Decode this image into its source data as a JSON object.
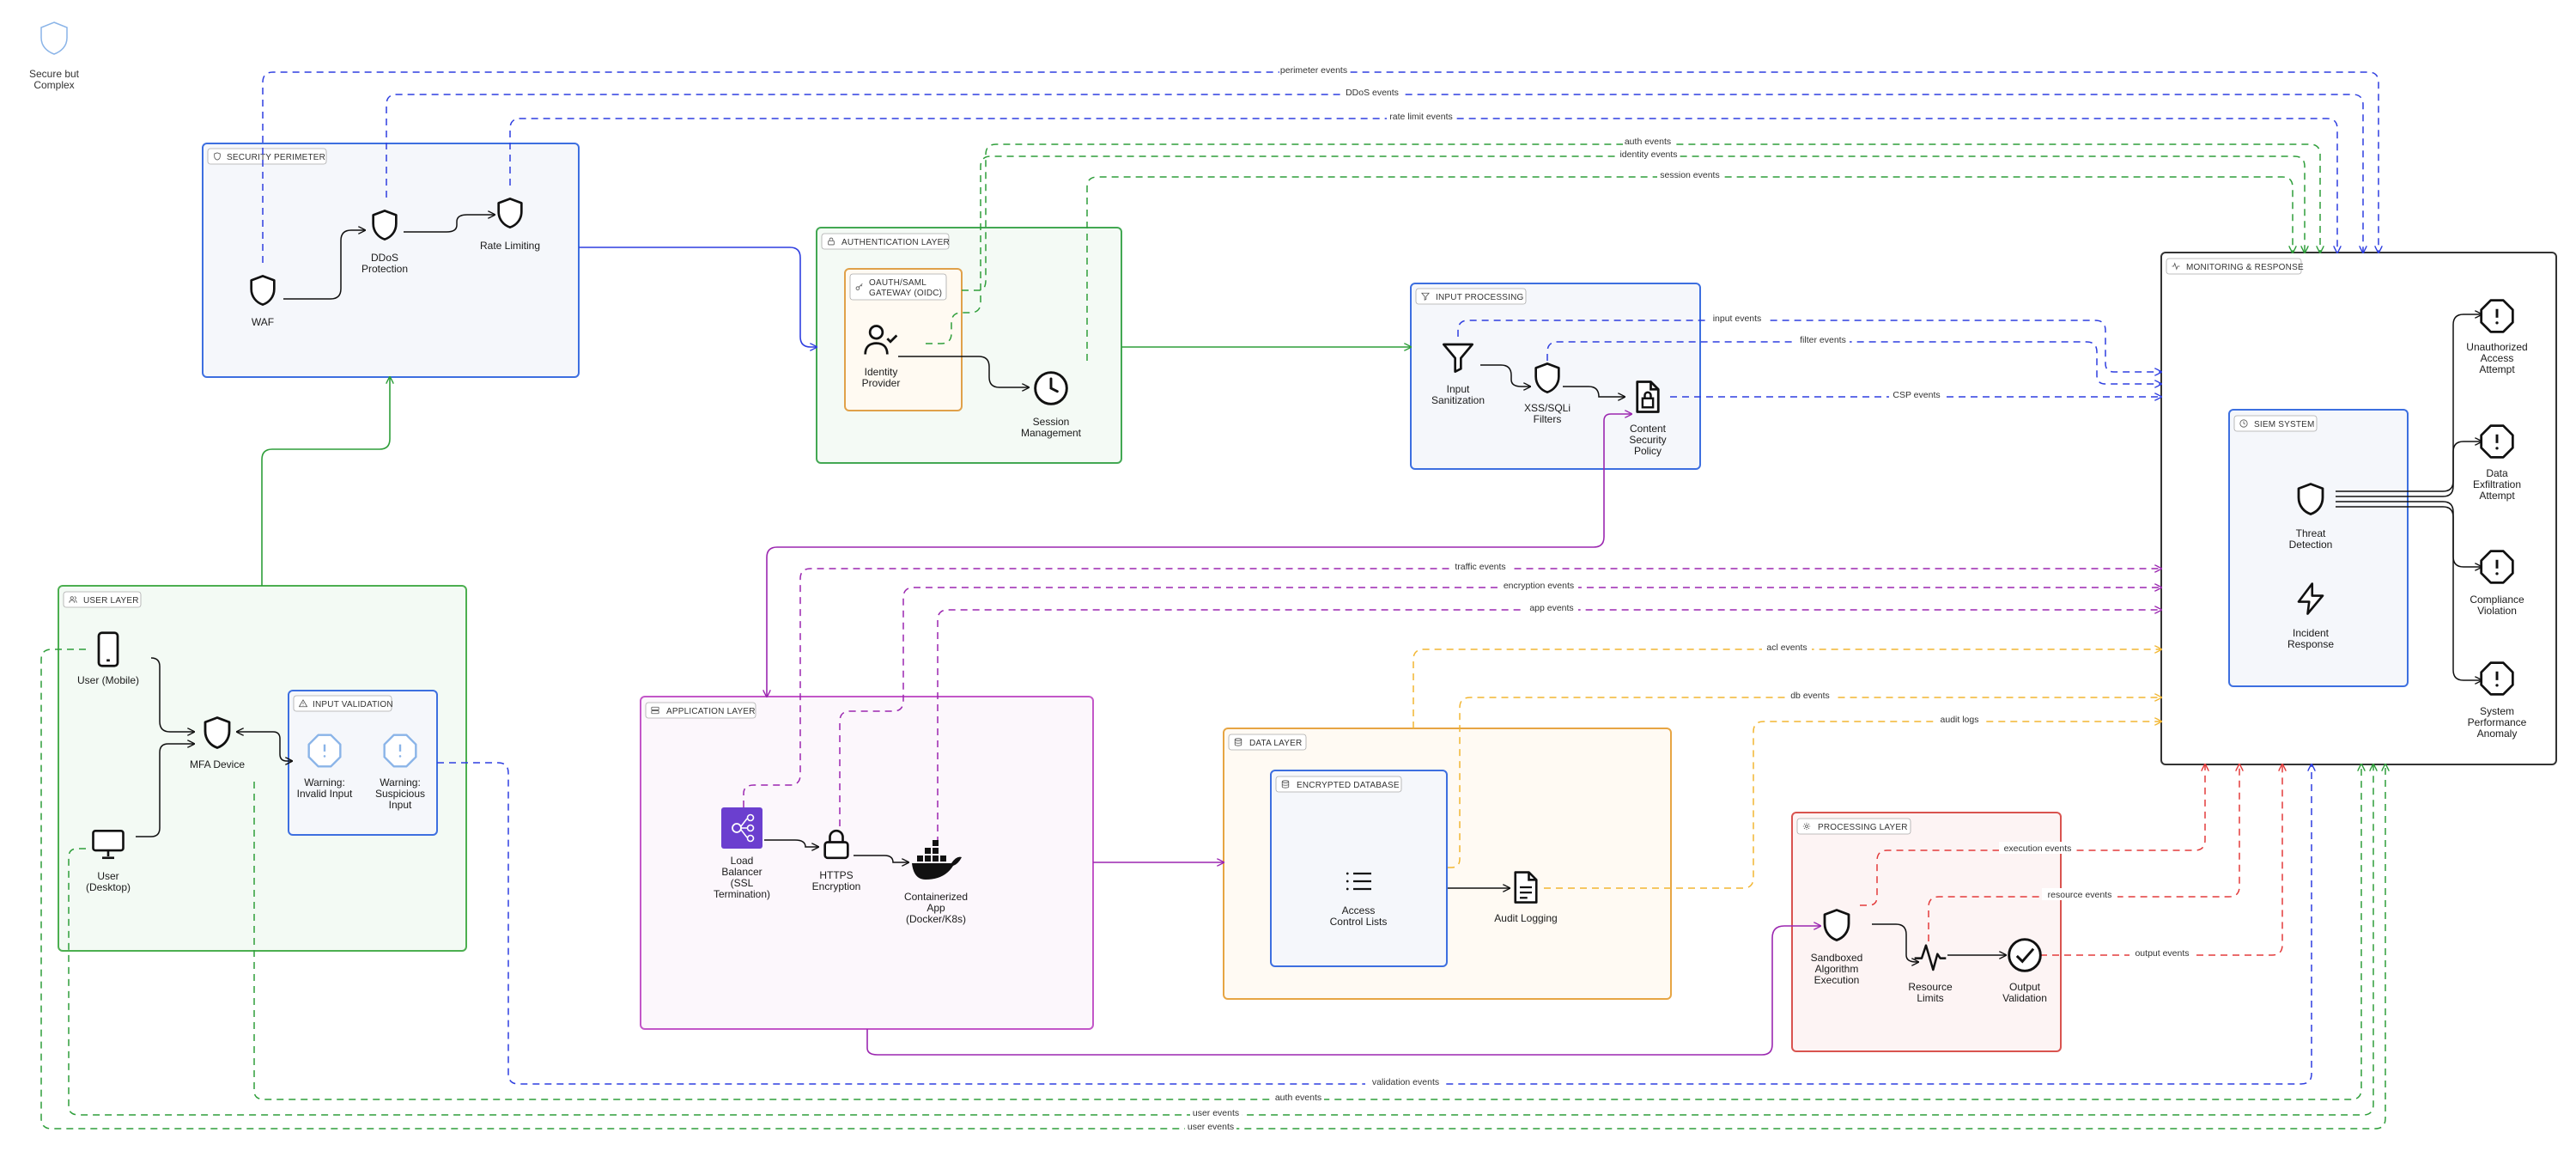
{
  "corner": {
    "label_lines": [
      "Secure but",
      "Complex"
    ],
    "icon": "shield-icon"
  },
  "groups": {
    "security_perimeter": {
      "title": "SECURITY PERIMETER",
      "icon": "shield-icon"
    },
    "authentication_layer": {
      "title": "AUTHENTICATION LAYER",
      "icon": "lock-icon"
    },
    "oauth_gateway": {
      "title_lines": [
        "OAUTH/SAML",
        "GATEWAY (OIDC)"
      ],
      "icon": "key-icon"
    },
    "input_processing": {
      "title": "INPUT PROCESSING",
      "icon": "filter-icon"
    },
    "monitoring_response": {
      "title": "MONITORING & RESPONSE",
      "icon": "activity-icon"
    },
    "siem_system": {
      "title": "SIEM SYSTEM",
      "icon": "clock-icon"
    },
    "user_layer": {
      "title": "USER LAYER",
      "icon": "users-icon"
    },
    "input_validation": {
      "title": "INPUT VALIDATION",
      "icon": "warning-icon"
    },
    "application_layer": {
      "title": "APPLICATION LAYER",
      "icon": "server-icon"
    },
    "data_layer": {
      "title": "DATA LAYER",
      "icon": "database-icon"
    },
    "encrypted_database": {
      "title": "ENCRYPTED DATABASE",
      "icon": "database-icon"
    },
    "processing_layer": {
      "title": "PROCESSING LAYER",
      "icon": "gear-icon"
    }
  },
  "nodes": {
    "waf": {
      "label_lines": [
        "WAF"
      ],
      "icon": "shield-icon"
    },
    "ddos": {
      "label_lines": [
        "DDoS",
        "Protection"
      ],
      "icon": "shield-icon"
    },
    "rate_limiting": {
      "label_lines": [
        "Rate Limiting"
      ],
      "icon": "shield-icon"
    },
    "identity_provider": {
      "label_lines": [
        "Identity",
        "Provider"
      ],
      "icon": "user-check-icon"
    },
    "session_management": {
      "label_lines": [
        "Session",
        "Management"
      ],
      "icon": "clock-icon"
    },
    "input_sanitization": {
      "label_lines": [
        "Input",
        "Sanitization"
      ],
      "icon": "filter-icon"
    },
    "xss_filters": {
      "label_lines": [
        "XSS/SQLi",
        "Filters"
      ],
      "icon": "shield-icon"
    },
    "csp": {
      "label_lines": [
        "Content",
        "Security",
        "Policy"
      ],
      "icon": "file-lock-icon"
    },
    "threat_detection": {
      "label_lines": [
        "Threat",
        "Detection"
      ],
      "icon": "shield-icon"
    },
    "incident_response": {
      "label_lines": [
        "Incident",
        "Response"
      ],
      "icon": "lightning-icon"
    },
    "unauthorized_access": {
      "label_lines": [
        "Unauthorized",
        "Access",
        "Attempt"
      ],
      "icon": "alert-octagon-icon"
    },
    "data_exfiltration": {
      "label_lines": [
        "Data",
        "Exfiltration",
        "Attempt"
      ],
      "icon": "alert-octagon-icon"
    },
    "compliance_violation": {
      "label_lines": [
        "Compliance",
        "Violation"
      ],
      "icon": "alert-octagon-icon"
    },
    "system_performance": {
      "label_lines": [
        "System",
        "Performance",
        "Anomaly"
      ],
      "icon": "alert-octagon-icon"
    },
    "user_mobile": {
      "label_lines": [
        "User (Mobile)"
      ],
      "icon": "mobile-icon"
    },
    "user_desktop": {
      "label_lines": [
        "User",
        "(Desktop)"
      ],
      "icon": "desktop-icon"
    },
    "mfa_device": {
      "label_lines": [
        "MFA Device"
      ],
      "icon": "shield-icon"
    },
    "warning_invalid": {
      "label_lines": [
        "Warning:",
        "Invalid Input"
      ],
      "icon": "alert-octagon-icon"
    },
    "warning_suspicious": {
      "label_lines": [
        "Warning:",
        "Suspicious",
        "Input"
      ],
      "icon": "alert-octagon-icon"
    },
    "load_balancer": {
      "label_lines": [
        "Load",
        "Balancer",
        "(SSL",
        "Termination)"
      ],
      "icon": "load-balancer-icon"
    },
    "https_encryption": {
      "label_lines": [
        "HTTPS",
        "Encryption"
      ],
      "icon": "lock-icon"
    },
    "containerized_app": {
      "label_lines": [
        "Containerized",
        "App",
        "(Docker/K8s)"
      ],
      "icon": "docker-icon"
    },
    "access_control_lists": {
      "label_lines": [
        "Access",
        "Control Lists"
      ],
      "icon": "list-icon"
    },
    "audit_logging": {
      "label_lines": [
        "Audit Logging"
      ],
      "icon": "document-icon"
    },
    "sandboxed_execution": {
      "label_lines": [
        "Sandboxed",
        "Algorithm",
        "Execution"
      ],
      "icon": "shield-icon"
    },
    "resource_limits": {
      "label_lines": [
        "Resource",
        "Limits"
      ],
      "icon": "pulse-icon"
    },
    "output_validation": {
      "label_lines": [
        "Output",
        "Validation"
      ],
      "icon": "check-circle-icon"
    }
  },
  "edge_labels": {
    "perimeter_events": "perimeter events",
    "ddos_events": "DDoS events",
    "rate_limit_events": "rate limit events",
    "auth_events_top": "auth events",
    "identity_events": "identity events",
    "session_events": "session events",
    "input_events": "input events",
    "filter_events": "filter events",
    "csp_events": "CSP events",
    "traffic_events": "traffic events",
    "encryption_events": "encryption events",
    "app_events": "app events",
    "acl_events": "acl events",
    "db_events": "db events",
    "audit_logs": "audit logs",
    "execution_events": "execution events",
    "resource_events": "resource events",
    "output_events": "output events",
    "validation_events": "validation events",
    "auth_events_bottom": "auth events",
    "user_events_1": "user events",
    "user_events_2": "user events"
  },
  "colors": {
    "blue": "#2f3fe0",
    "green": "#2e9e3a",
    "purple": "#9b27b0",
    "orange": "#f2b632",
    "red": "#e33b3b",
    "security_fill": "#f5f7fb",
    "security_stroke": "#3d6fe0",
    "auth_fill": "#f4faf5",
    "auth_stroke": "#43a853",
    "oauth_fill": "#fffaf2",
    "oauth_stroke": "#e0a14a",
    "input_fill": "#f5f7fb",
    "input_stroke": "#3d6fe0",
    "user_fill": "#f3faf4",
    "user_stroke": "#4caf50",
    "app_fill": "#fcf7fc",
    "app_stroke": "#c357c8",
    "data_fill": "#fffaf3",
    "data_stroke": "#e7a543",
    "proc_fill": "#fdf4f4",
    "proc_stroke": "#d9534f"
  }
}
